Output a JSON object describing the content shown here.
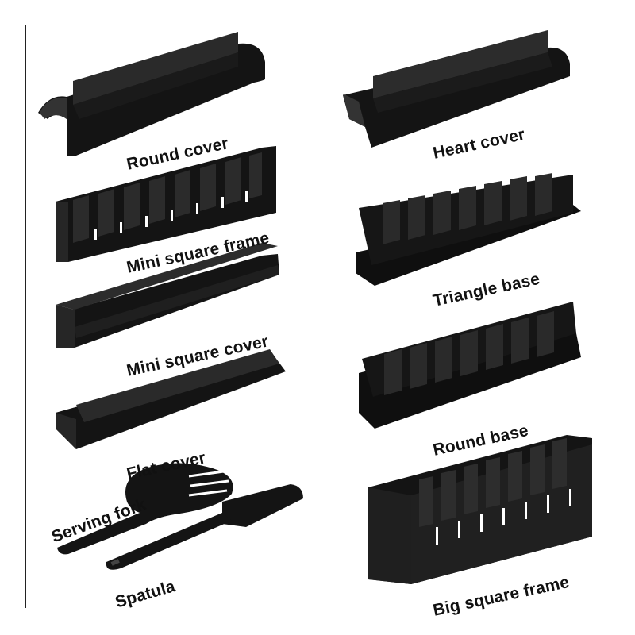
{
  "colors": {
    "plastic": "#141414",
    "plastic_face": "#202020",
    "plastic_edge": "#3a3a3a",
    "background": "#ffffff"
  },
  "parts": {
    "round_cover": {
      "label": "Round cover",
      "icon": "round-cover-mold"
    },
    "heart_cover": {
      "label": "Heart cover",
      "icon": "heart-cover-mold"
    },
    "mini_square_frame": {
      "label": "Mini square frame",
      "icon": "mini-square-frame-mold"
    },
    "triangle_base": {
      "label": "Triangle base",
      "icon": "triangle-base-mold"
    },
    "mini_square_cover": {
      "label": "Mini square cover",
      "icon": "mini-square-cover-mold"
    },
    "round_base": {
      "label": "Round base",
      "icon": "round-base-mold"
    },
    "flat_cover": {
      "label": "Flat cover",
      "icon": "flat-cover-mold"
    },
    "serving_fork": {
      "label": "Serving fork",
      "icon": "serving-fork"
    },
    "spatula": {
      "label": "Spatula",
      "icon": "spatula"
    },
    "big_square_frame": {
      "label": "Big square frame",
      "icon": "big-square-frame-mold"
    }
  }
}
